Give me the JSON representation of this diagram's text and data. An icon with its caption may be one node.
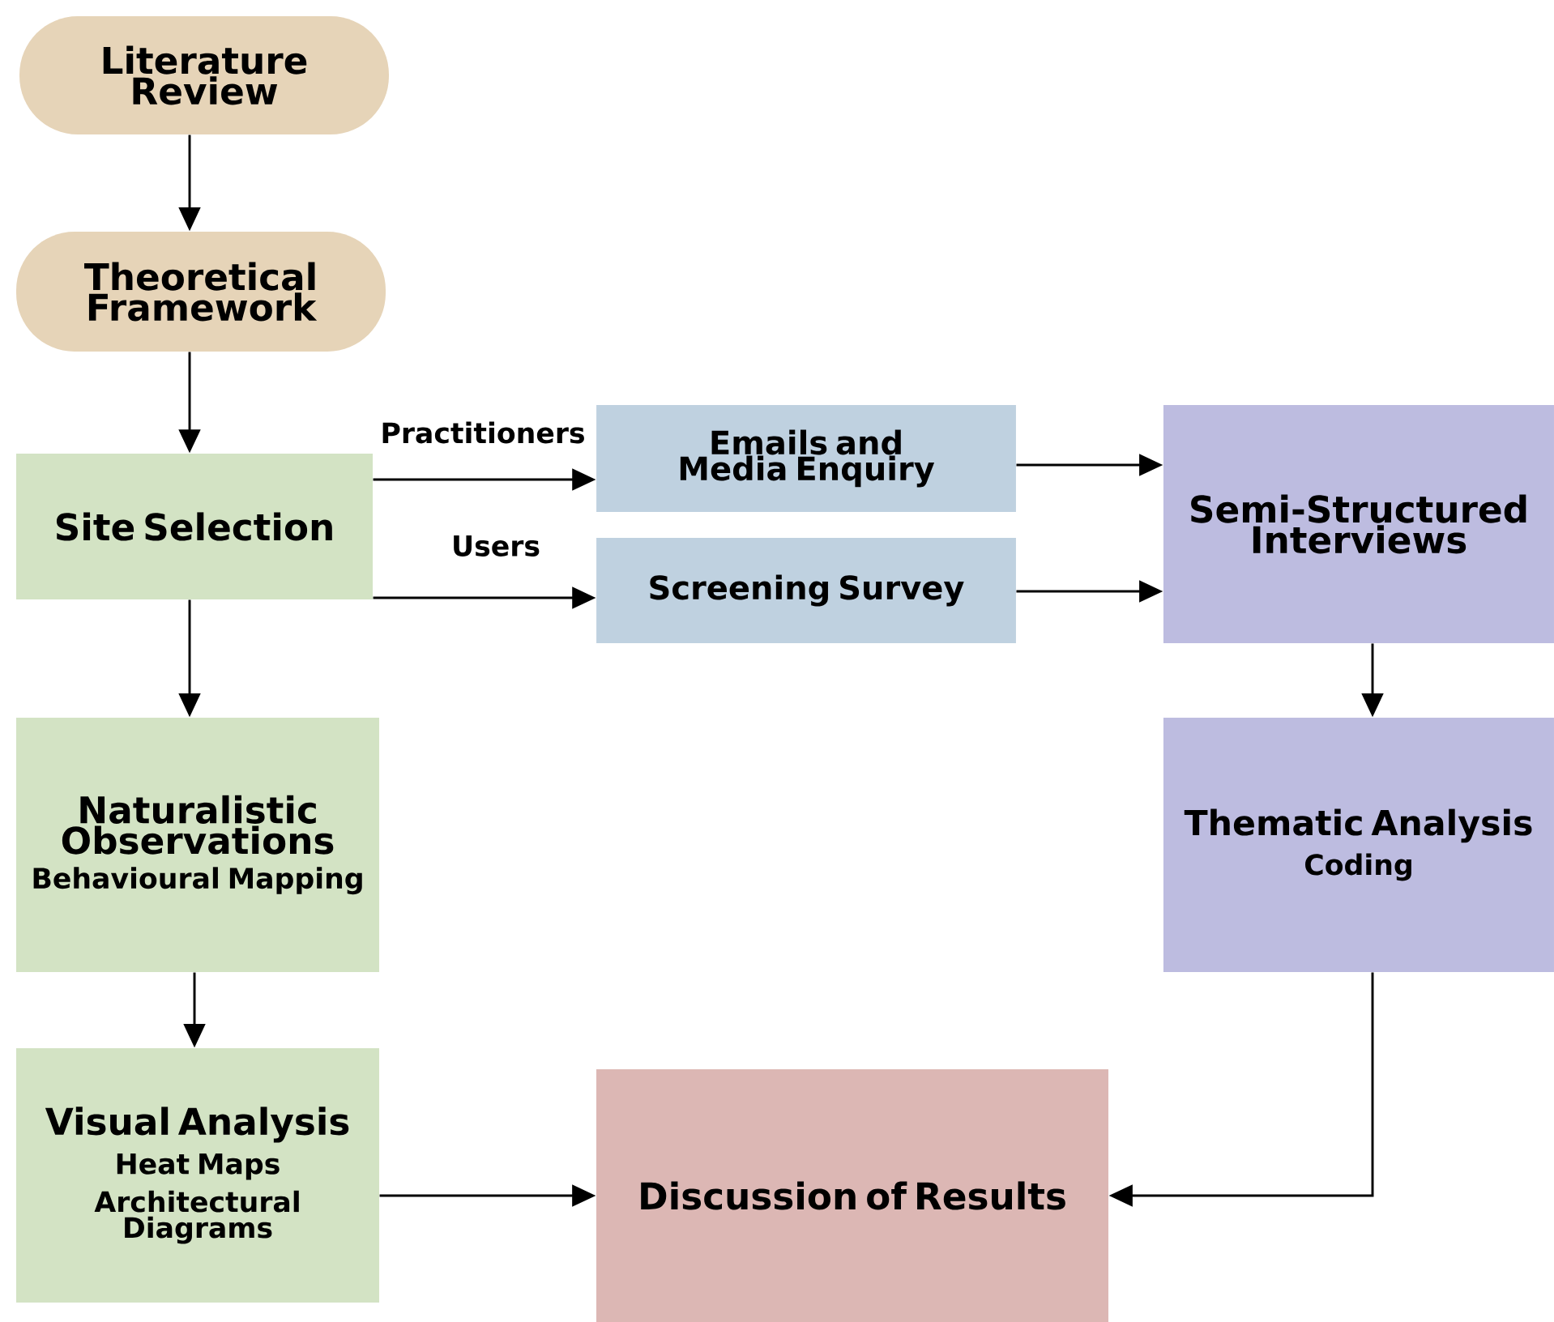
{
  "diagram": {
    "nodes": [
      {
        "text": [
          "Literature Review"
        ]
      },
      {
        "text": [
          "Theoretical Framework"
        ]
      },
      {
        "text": [
          "Site Selection"
        ]
      },
      {
        "text": [
          "Emails and Media Enquiry"
        ]
      },
      {
        "text": [
          "Screening Survey"
        ]
      },
      {
        "text": [
          "Semi-Structured Interviews"
        ]
      },
      {
        "text": [
          "Naturalistic Observations",
          "Behavioural Mapping"
        ]
      },
      {
        "text": [
          "Thematic Analysis",
          "Coding"
        ]
      },
      {
        "text": [
          "Visual Analysis",
          "Heat Maps",
          "Architectural Diagrams"
        ]
      },
      {
        "text": [
          "Discussion of Results"
        ]
      }
    ],
    "edges": [
      {
        "from": 0,
        "to": 1,
        "arrow": "to"
      },
      {
        "from": 1,
        "to": 2,
        "arrow": "to"
      },
      {
        "from": 2,
        "to": 3,
        "arrow": "to",
        "label": "Practitioners"
      },
      {
        "from": 2,
        "to": 4,
        "arrow": "to",
        "label": "Users"
      },
      {
        "from": 3,
        "to": 5,
        "arrow": "to"
      },
      {
        "from": 4,
        "to": 5,
        "arrow": "to"
      },
      {
        "from": 2,
        "to": 6,
        "arrow": "to"
      },
      {
        "from": 5,
        "to": 7,
        "arrow": "to"
      },
      {
        "from": 6,
        "to": 8,
        "arrow": "to"
      },
      {
        "from": 8,
        "to": 9,
        "arrow": "to"
      },
      {
        "from": 7,
        "to": 9,
        "arrow": "to"
      }
    ]
  }
}
